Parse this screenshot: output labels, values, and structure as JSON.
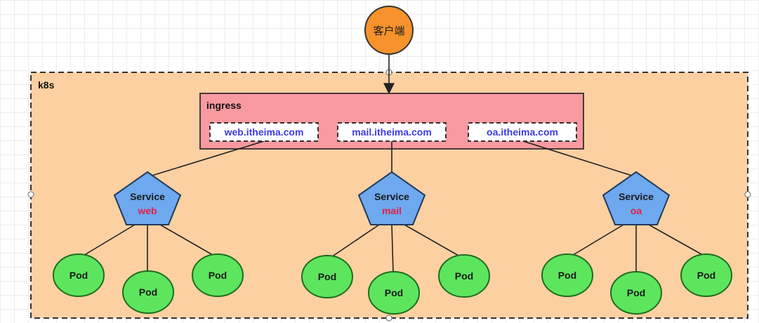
{
  "client": {
    "label": "客户端"
  },
  "cluster": {
    "label": "k8s"
  },
  "ingress": {
    "label": "ingress",
    "hosts": [
      "web.itheima.com",
      "mail.itheima.com",
      "oa.itheima.com"
    ]
  },
  "services": [
    {
      "title": "Service",
      "name": "web"
    },
    {
      "title": "Service",
      "name": "mail"
    },
    {
      "title": "Service",
      "name": "oa"
    }
  ],
  "pod_label": "Pod",
  "colors": {
    "client": "#f7922c",
    "cluster": "#fdd0a2",
    "ingress": "#f89aa0",
    "host_text": "#3b3be6",
    "service": "#6ea8ee",
    "service_name": "#e4204a",
    "pod": "#5ee55e"
  }
}
